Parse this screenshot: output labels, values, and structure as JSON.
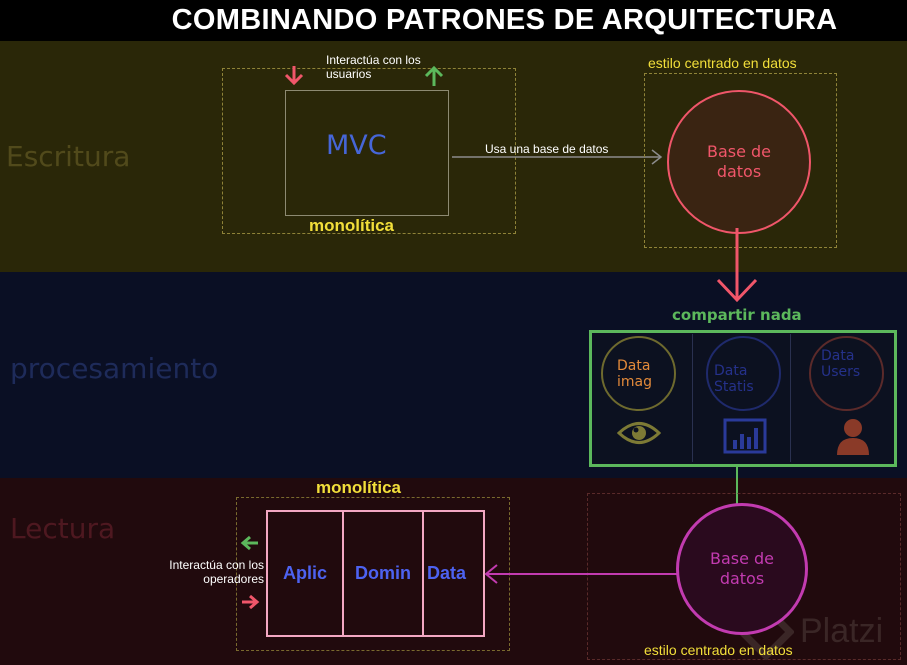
{
  "title": "COMBINANDO PATRONES DE ARQUITECTURA",
  "bands": {
    "escritura": "Escritura",
    "procesamiento": "procesamiento",
    "lectura": "Lectura"
  },
  "write": {
    "interacts": "Interactúa con los usuarios",
    "mvc": "MVC",
    "monolithic": "monolítica",
    "arrow_label": "Usa una base de datos",
    "data_centered": "estilo centrado en datos",
    "database": "Base de datos"
  },
  "processing": {
    "shared_nothing": "compartir nada",
    "nodes": [
      {
        "label": "Data imag",
        "icon": "eye-icon"
      },
      {
        "label": "Data Statis",
        "icon": "bar-chart-icon"
      },
      {
        "label": "Data Users",
        "icon": "user-icon"
      }
    ]
  },
  "read": {
    "monolithic": "monolítica",
    "interacts": "Interactúa con los operadores",
    "layers": [
      "Aplic",
      "Domin",
      "Data"
    ],
    "database": "Base de datos",
    "data_centered": "estilo centrado en datos"
  },
  "watermark": "Platzi",
  "colors": {
    "write_band": "#2a2708",
    "processing_band": "#0a0f24",
    "read_band": "#210a0d",
    "mvc_blue": "#4666d8",
    "yellow": "#f2df3a",
    "db_red": "#f0566a",
    "db_purple": "#c23bb0",
    "green": "#5cb85c",
    "pink": "#f3a7c2"
  }
}
